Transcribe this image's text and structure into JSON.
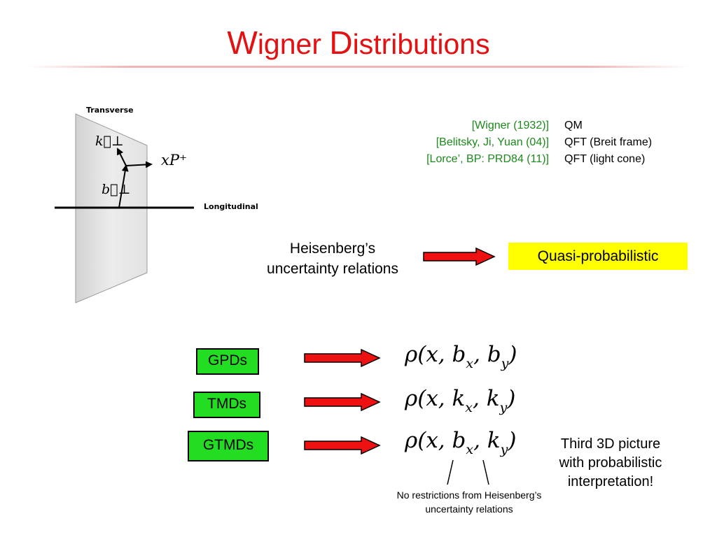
{
  "slide": {
    "title": {
      "first_initial": "W",
      "first_rest": "igner ",
      "second_initial": "D",
      "second_rest": "istributions"
    }
  },
  "diagram": {
    "transverse_label": "Transverse",
    "longitudinal_label": "Longitudinal",
    "k_perp_symbol": "k⃗⊥",
    "b_perp_symbol": "b⃗⊥",
    "xP_symbol": "xP⁺"
  },
  "references": [
    {
      "citation": "[Wigner (1932)]",
      "framework": "QM"
    },
    {
      "citation": "[Belitsky, Ji, Yuan (04)]",
      "framework": "QFT (Breit frame)"
    },
    {
      "citation": "[Lorce’, BP: PRD84 (11)]",
      "framework": "QFT (light cone)"
    }
  ],
  "heisenberg": {
    "line1": "Heisenberg’s",
    "line2": "uncertainty relations"
  },
  "quasi_box": {
    "label": "Quasi-probabilistic",
    "color": "#ffff00"
  },
  "rows": [
    {
      "label": "GPDs",
      "formula": {
        "rho": "ρ(x, b",
        "s1": "x",
        "mid": ", b",
        "s2": "y",
        "close": ")"
      }
    },
    {
      "label": "TMDs",
      "formula": {
        "rho": "ρ(x, k",
        "s1": "x",
        "mid": ", k",
        "s2": "y",
        "close": ")"
      }
    },
    {
      "label": "GTMDs",
      "formula": {
        "rho": "ρ(x, b",
        "s1": "x",
        "mid": ", k",
        "s2": "y",
        "close": ")"
      }
    }
  ],
  "third_picture": {
    "line1": "Third 3D picture",
    "line2": "with probabilistic",
    "line3": "interpretation!"
  },
  "no_restrictions": {
    "line1": "No restrictions from Heisenberg’s",
    "line2": "uncertainty relations"
  },
  "colors": {
    "title": "#e31111",
    "reference": "#1b8a1b",
    "arrow": "#ee1111",
    "box_green": "#22dd22",
    "highlight": "#ffff00"
  }
}
